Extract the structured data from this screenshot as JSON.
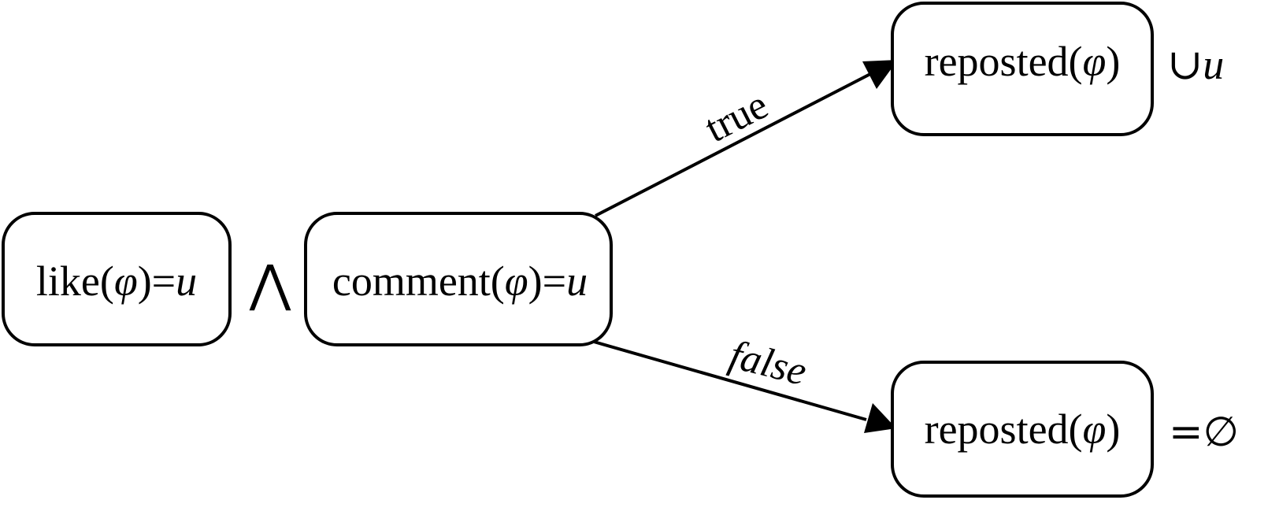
{
  "nodes": {
    "like": {
      "fn": "like(",
      "var": "φ",
      "close": ")",
      "eq": "=",
      "val": "u"
    },
    "comment": {
      "fn": "comment(",
      "var": "φ",
      "close": ")",
      "eq": "=",
      "val": "u"
    },
    "reposted_true": {
      "fn": "reposted(",
      "var": "φ",
      "close": ")"
    },
    "reposted_false": {
      "fn": "reposted(",
      "var": "φ",
      "close": ")"
    }
  },
  "operators": {
    "and": "⋀",
    "union_symbol": "∪",
    "union_value": "u",
    "empty_eq": "=",
    "empty_set": "∅"
  },
  "edges": {
    "true_label": "true",
    "false_label": "false"
  }
}
